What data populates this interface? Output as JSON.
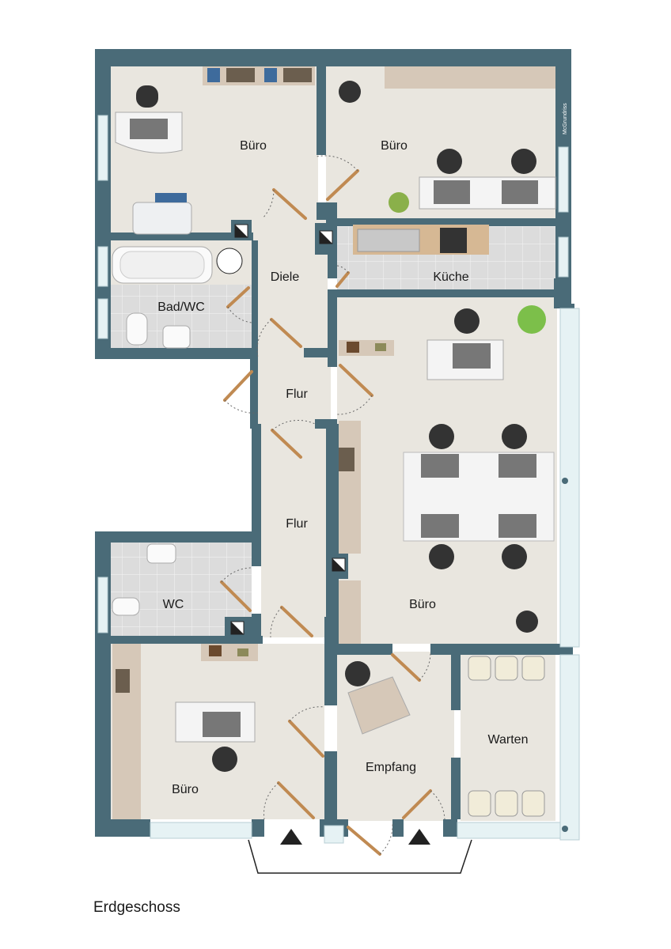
{
  "plan": {
    "caption": "Erdgeschoss",
    "watermark": "McGrundriss",
    "colors": {
      "wall": "#4a6b78",
      "floor": "#e9e6df",
      "tile": "#d9d9d9",
      "window": "#e6f2f4",
      "door": "#c08a52",
      "furniture": "#d6c8b8",
      "text": "#1a1a1a"
    },
    "rooms": {
      "office_top_left": "Büro",
      "office_top_right": "Büro",
      "bathroom": "Bad/WC",
      "hall_diele": "Diele",
      "kitchen": "Küche",
      "corridor_upper": "Flur",
      "corridor_lower": "Flur",
      "office_large": "Büro",
      "wc": "WC",
      "office_bottom_left": "Büro",
      "reception": "Empfang",
      "waiting": "Warten"
    }
  }
}
